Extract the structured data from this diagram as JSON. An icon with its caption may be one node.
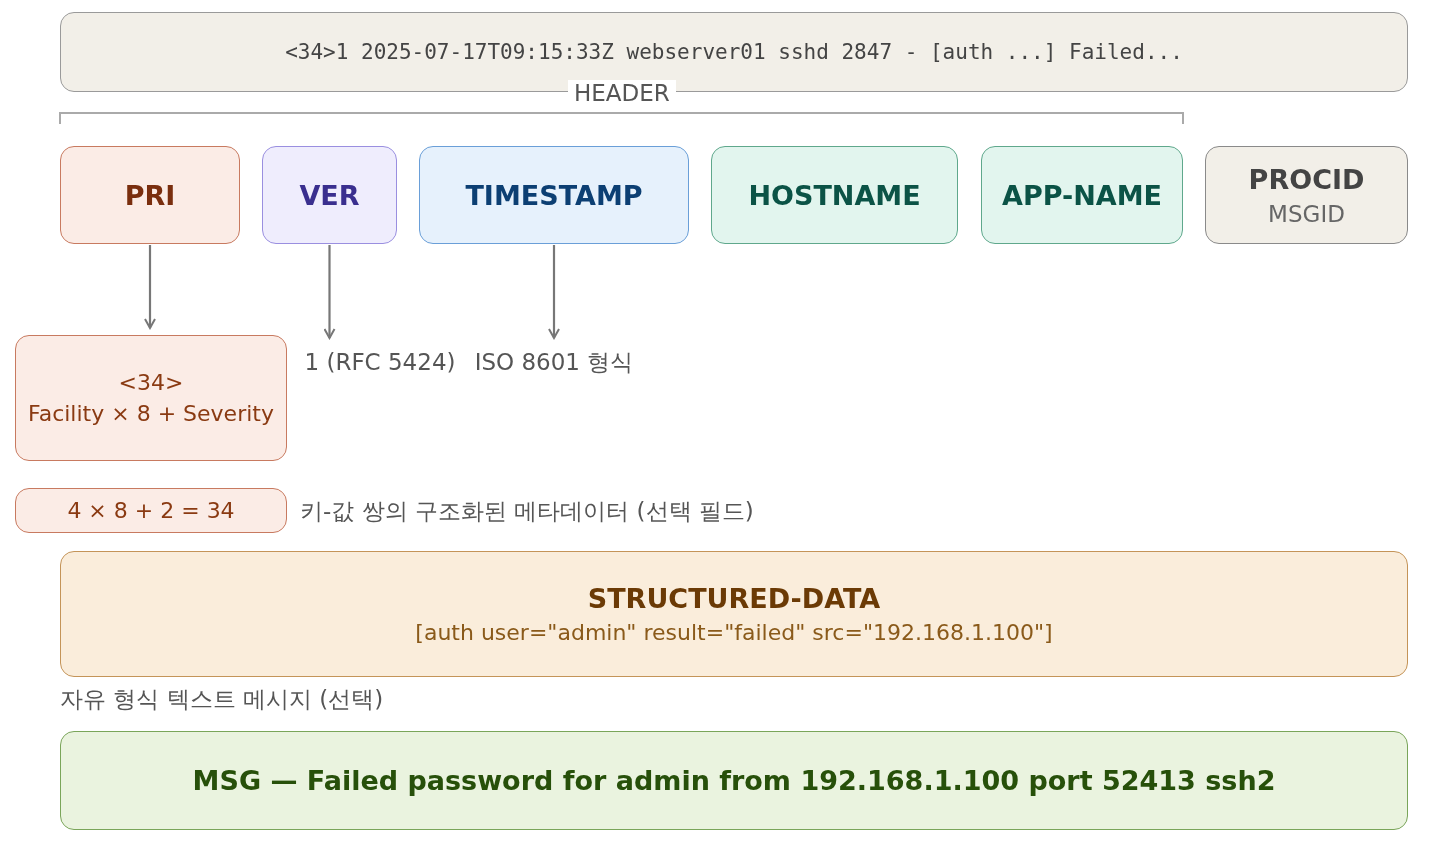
{
  "diagram": {
    "nodes": [
      {
        "text": [
          "<34>1 2025-07-17T09:15:33Z webserver01 sshd 2847 - [auth ...] Failed..."
        ]
      },
      {
        "text": [
          "PRI"
        ]
      },
      {
        "text": [
          "VER"
        ]
      },
      {
        "text": [
          "TIMESTAMP"
        ]
      },
      {
        "text": [
          "HOSTNAME"
        ]
      },
      {
        "text": [
          "APP-NAME"
        ]
      },
      {
        "text": [
          "PROCID",
          "MSGID"
        ]
      },
      {
        "text": [
          "<34>",
          "Facility × 8 + Severity"
        ]
      },
      {
        "text": [
          "1 (RFC 5424)"
        ]
      },
      {
        "text": [
          "ISO 8601 형식"
        ]
      },
      {
        "text": [
          "4 × 8 + 2 = 34"
        ]
      },
      {
        "text": [
          "STRUCTURED-DATA",
          "[auth user=\"admin\" result=\"failed\" src=\"192.168.1.100\"]"
        ]
      },
      {
        "text": [
          "MSG — Failed password for admin from 192.168.1.100 port 52413 ssh2"
        ]
      }
    ],
    "edges": [
      {
        "from": 1,
        "to": 7,
        "arrow": "to"
      },
      {
        "from": 2,
        "to": 8,
        "arrow": "to"
      },
      {
        "from": 3,
        "to": 9,
        "arrow": "to"
      }
    ],
    "labels": [
      "HEADER",
      "키-값 쌍의 구조화된 메타데이터 (선택 필드)",
      "자유 형식 텍스트 메시지 (선택)"
    ]
  }
}
